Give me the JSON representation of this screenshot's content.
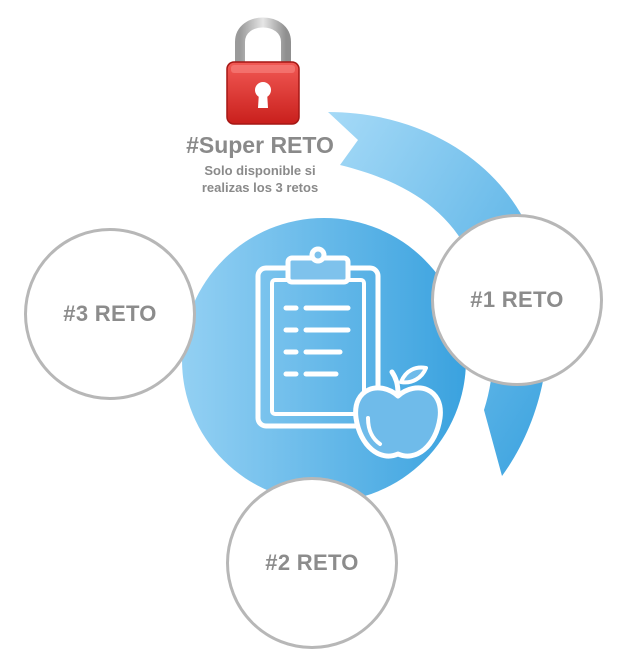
{
  "super_reto": {
    "title": "#Super RETO",
    "subtitle_line1": "Solo disponible si",
    "subtitle_line2": "realizas los 3 retos",
    "locked": true
  },
  "retos": [
    {
      "label": "#1 RETO"
    },
    {
      "label": "#2 RETO"
    },
    {
      "label": "#3 RETO"
    }
  ],
  "center_icon": "clipboard-apple-icon",
  "colors": {
    "blue_light": "#93d0f3",
    "blue_dark": "#3aa2df",
    "circle_border": "#b7b7b7",
    "text_gray": "#8a8a8a",
    "lock_red": "#e8322e"
  }
}
